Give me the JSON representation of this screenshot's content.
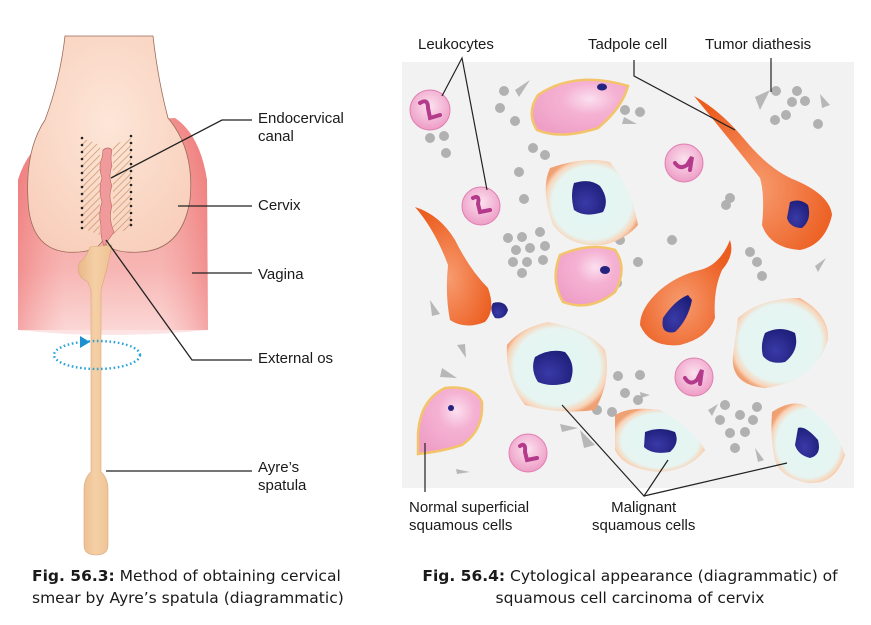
{
  "figure_left": {
    "labels": {
      "endocervical_canal_line1": "Endocervical",
      "endocervical_canal_line2": "canal",
      "cervix": "Cervix",
      "vagina": "Vagina",
      "external_os": "External os",
      "ayres_spatula_line1": "Ayre’s",
      "ayres_spatula_line2": "spatula"
    },
    "caption": {
      "number": "Fig. 56.3:",
      "line1": " Method of obtaining cervical",
      "line2": "smear by Ayre’s spatula (diagrammatic)"
    },
    "colors": {
      "uterus": "#f9d3c0",
      "vagina": "#ee7a78",
      "spatula": "#f2c79b",
      "rotation_arrow": "#29a3d9"
    }
  },
  "figure_right": {
    "labels": {
      "leukocytes": "Leukocytes",
      "tadpole_cell": "Tadpole cell",
      "tumor_diathesis": "Tumor diathesis",
      "normal_cells_line1": "Normal superficial",
      "normal_cells_line2": "squamous cells",
      "malignant_cells_line1": "Malignant",
      "malignant_cells_line2": "squamous cells"
    },
    "caption": {
      "number": "Fig. 56.4:",
      "line1": " Cytological appearance (diagrammatic) of",
      "line2": "squamous cell carcinoma of cervix"
    },
    "colors": {
      "background": "#f2f2f2",
      "normal_cell": "#f4a9cd",
      "malignant_cell": "#e4f5f2",
      "tadpole_cell": "#ef6a2a",
      "nucleus": "#2a2a8e",
      "leukocyte": "#f2a2cc"
    }
  }
}
